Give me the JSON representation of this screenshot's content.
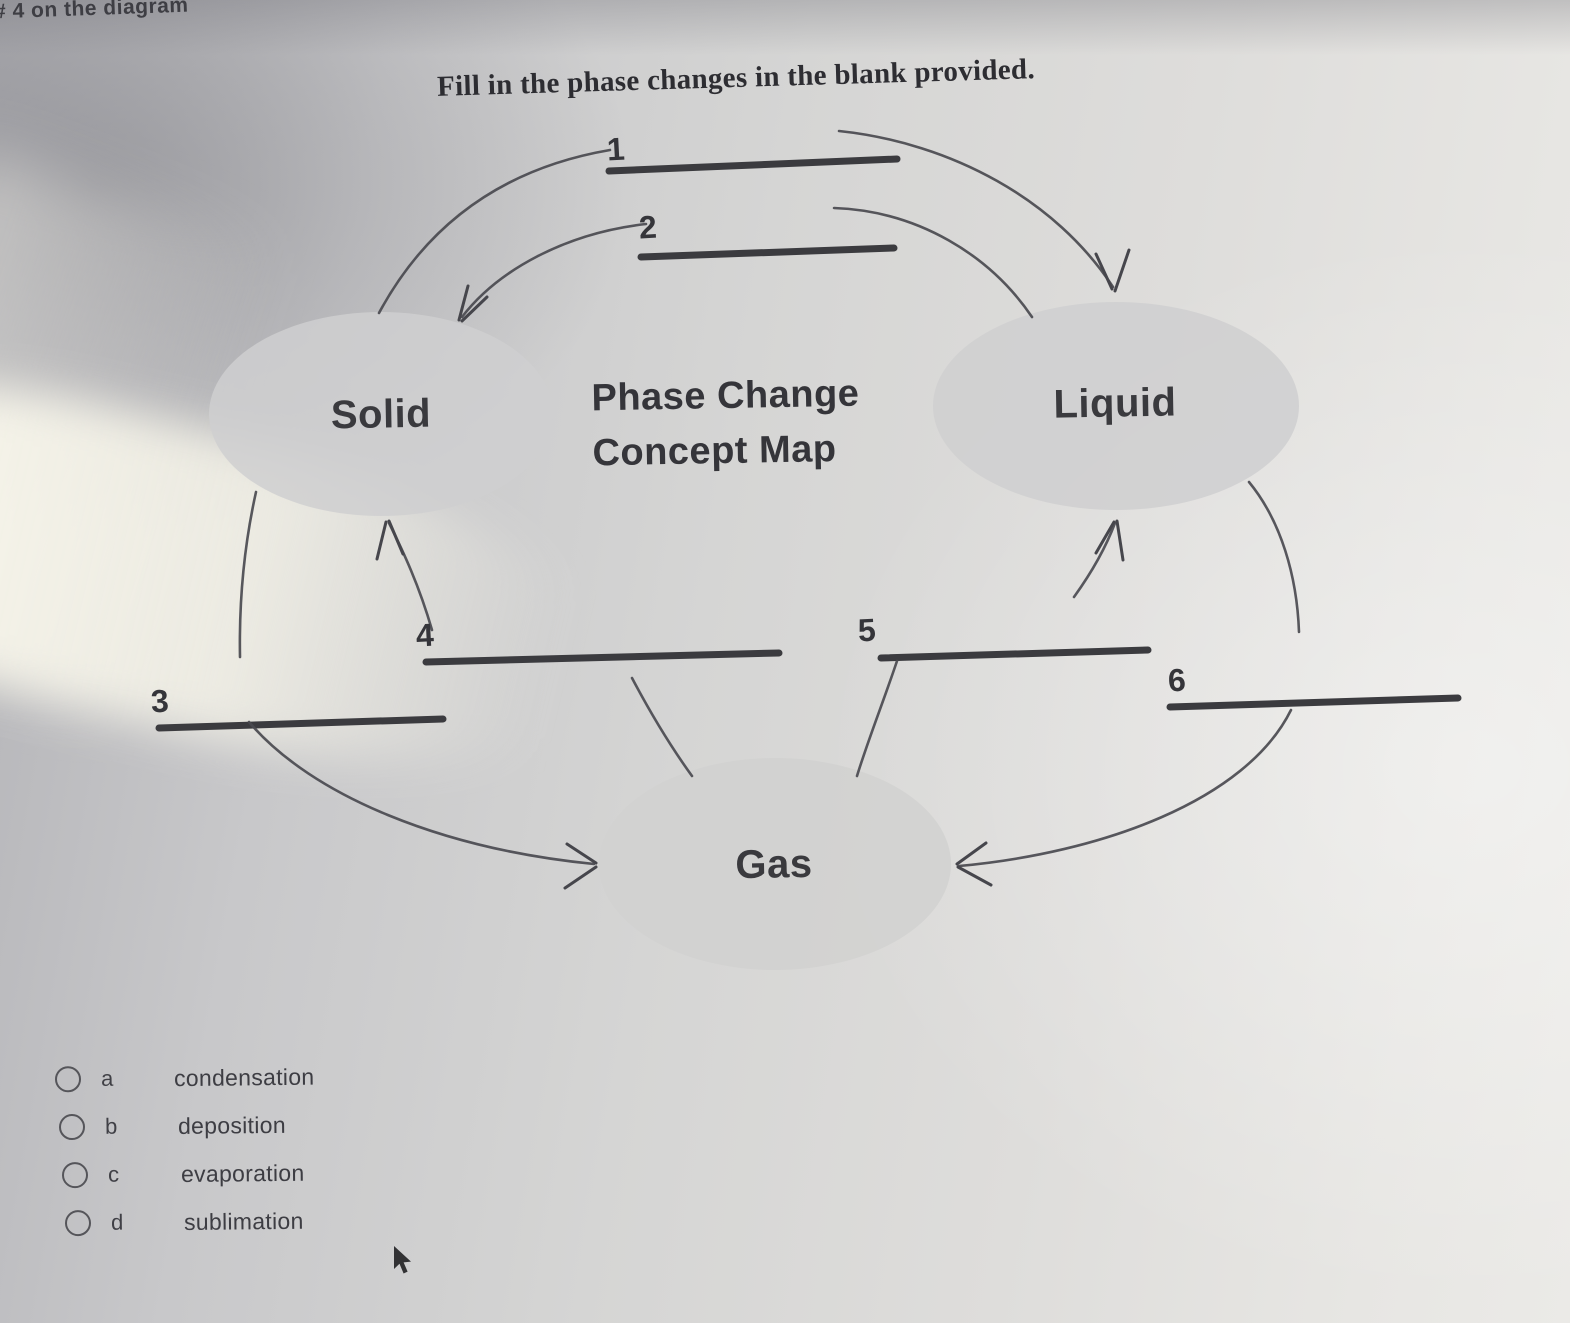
{
  "page": {
    "corner_note": "# 4 on the diagram",
    "instruction": "Fill in the phase changes in the blank provided."
  },
  "diagram": {
    "title_line1": "Phase Change",
    "title_line2": "Concept Map",
    "nodes": {
      "solid": "Solid",
      "liquid": "Liquid",
      "gas": "Gas"
    },
    "blanks": [
      {
        "number": "1"
      },
      {
        "number": "2"
      },
      {
        "number": "3"
      },
      {
        "number": "4"
      },
      {
        "number": "5"
      },
      {
        "number": "6"
      }
    ]
  },
  "options": [
    {
      "key": "a",
      "label": "condensation"
    },
    {
      "key": "b",
      "label": "deposition"
    },
    {
      "key": "c",
      "label": "evaporation"
    },
    {
      "key": "d",
      "label": "sublimation"
    }
  ],
  "colors": {
    "ink": "#38383c",
    "curve_line": "#4a4a50",
    "blank_line": "#3b3b3f",
    "ellipse_fill": "#d0d0d1",
    "radio_border": "#55555a"
  }
}
